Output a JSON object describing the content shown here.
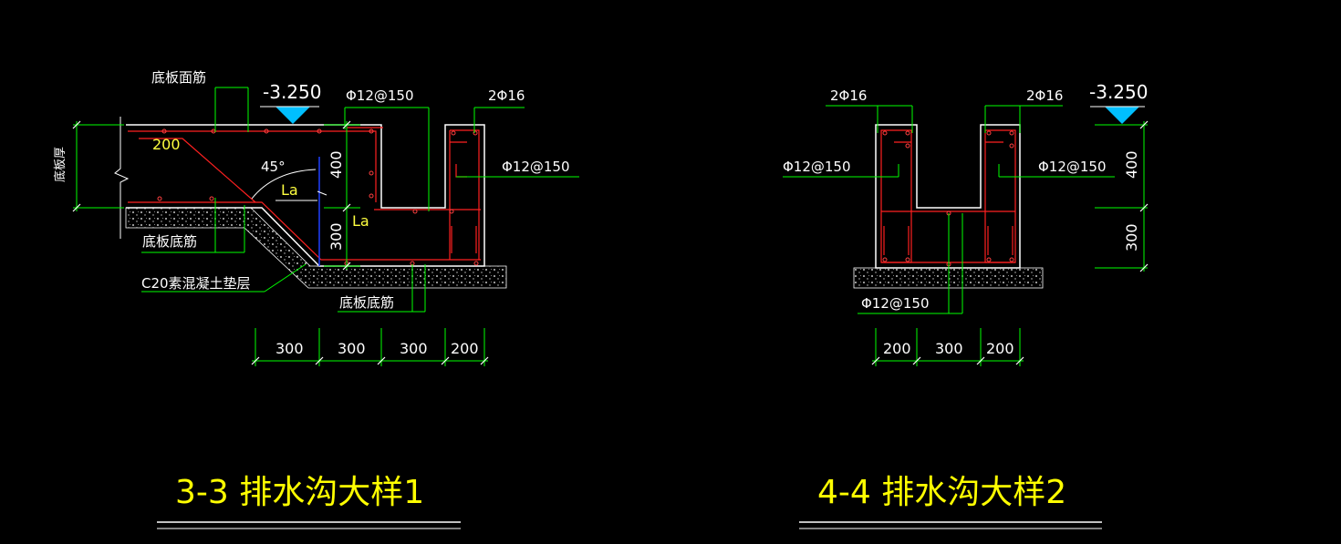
{
  "colors": {
    "background": "#000000",
    "concrete_outline": "#ffffff",
    "rebar": "#ff2020",
    "dimension": "#00ff00",
    "title": "#ffff00",
    "elevation_marker": "#00bfff",
    "anchor_line": "#2040ff"
  },
  "section1": {
    "title": "3-3 排水沟大样1",
    "elevation": "-3.250",
    "labels": {
      "top_bar": "底板面筋",
      "slab_thick": "底板厚",
      "bottom_bar_left": "底板底筋",
      "cushion": "C20素混凝土垫层",
      "bottom_bar_center": "底板底筋",
      "stirrup": "Φ12@150",
      "side_bar": "Φ12@150",
      "corner_bar": "2Φ16",
      "angle": "45°",
      "anchor_1": "La",
      "anchor_2": "La",
      "offset": "200"
    },
    "vertical_dims": [
      "400",
      "300"
    ],
    "horizontal_dims": [
      "300",
      "300",
      "300",
      "200"
    ]
  },
  "section2": {
    "title": "4-4 排水沟大样2",
    "elevation": "-3.250",
    "labels": {
      "corner_left": "2Φ16",
      "corner_right": "2Φ16",
      "side_left": "Φ12@150",
      "side_right": "Φ12@150",
      "bottom": "Φ12@150"
    },
    "vertical_dims": [
      "400",
      "300"
    ],
    "horizontal_dims": [
      "200",
      "300",
      "200"
    ]
  }
}
